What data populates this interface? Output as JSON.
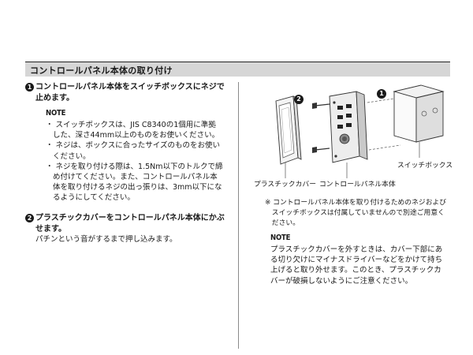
{
  "section": {
    "title": "コントロールパネル本体の取り付け"
  },
  "steps": [
    {
      "number": "1",
      "heading": [
        "コントロールパネル本体をスイッチボックスにネジで",
        "止めます。"
      ],
      "note_label": "NOTE",
      "notes": [
        [
          "・ スイッチボックスは、JIS C8340の1個用に準拠",
          "した、深さ44mm以上のものをお使いください。"
        ],
        [
          "・ ネジは、ボックスに合ったサイズのものをお使い",
          "ください。"
        ],
        [
          "・ ネジを取り付ける際は、1.5Nm以下のトルクで締",
          "め付けてください。また、コントロールパネル本",
          "体を取り付けるネジの出っ張りは、3mm以下にな",
          "るようにしてください。"
        ]
      ]
    },
    {
      "number": "2",
      "heading": [
        "プラスチックカバーをコントロールパネル本体にかぶ",
        "せます。"
      ],
      "body": "パチンという音がするまで押し込みます。"
    }
  ],
  "diagram": {
    "callout_2": "2",
    "callout_1": "1",
    "labels": {
      "cover": "プラスチックカバー",
      "panel": "コントロールパネル本体",
      "box": "スイッチボックス"
    }
  },
  "footnote": [
    "※ コントロールパネル本体を取り付けるためのネジおよび",
    "　スイッチボックスは付属していませんので別途ご用意く",
    "　ださい。"
  ],
  "right_note": {
    "label": "NOTE",
    "lines": [
      "プラスチックカバーを外すときは、カバー下部にあ",
      "る切り欠けにマイナスドライバーなどをかけて持ち",
      "上げると取り外せます。このとき、プラスチックカ",
      "バーが破損しないようにご注意ください。"
    ]
  }
}
